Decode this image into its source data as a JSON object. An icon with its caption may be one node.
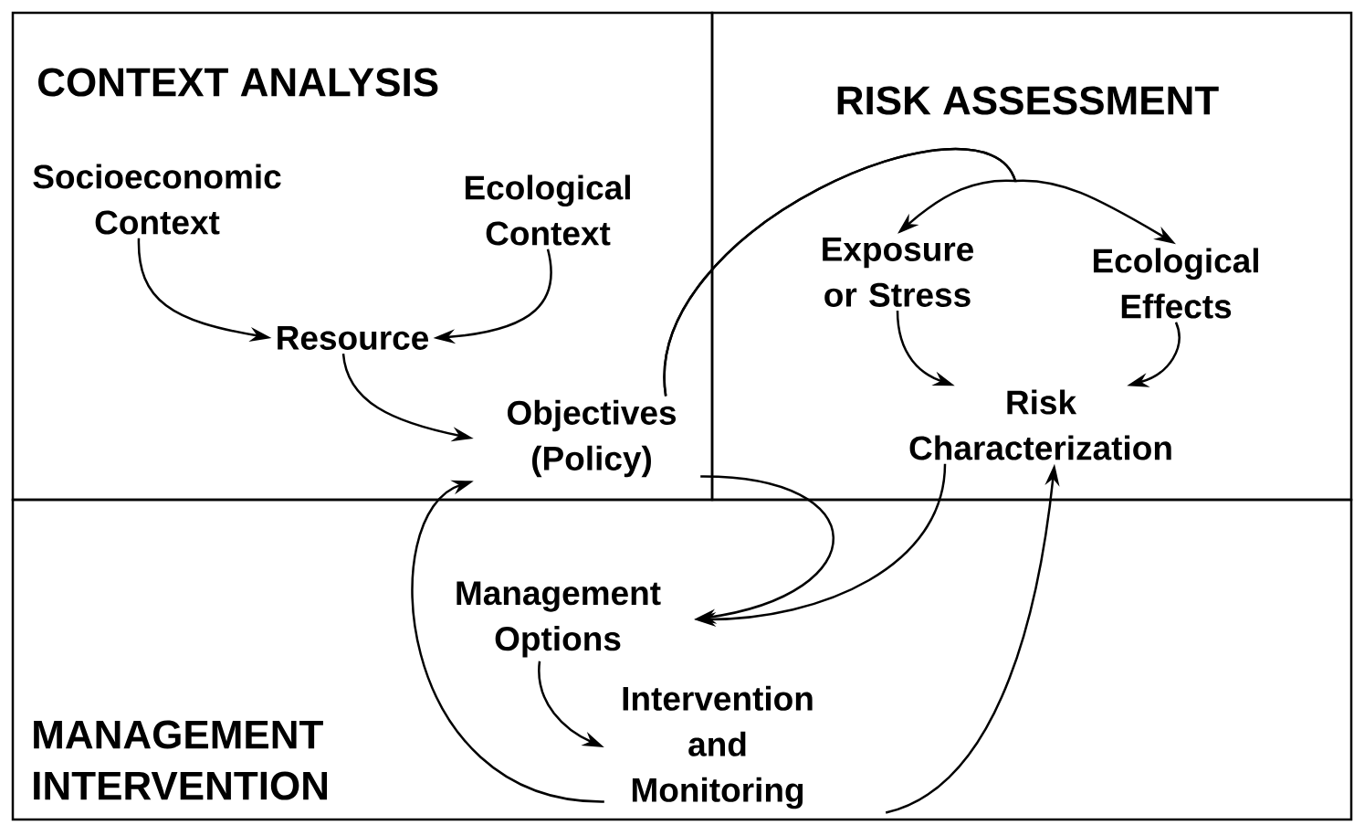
{
  "diagram": {
    "nodes": [
      {
        "text": [
          "CONTEXT ANALYSIS"
        ]
      },
      {
        "text": [
          "Socioeconomic Context"
        ],
        "in": 0
      },
      {
        "text": [
          "Ecological Context"
        ],
        "in": 0
      },
      {
        "text": [
          "Resource"
        ],
        "in": 0
      },
      {
        "text": [
          "Objectives (Policy)"
        ],
        "in": 0
      },
      {
        "text": [
          "RISK ASSESSMENT"
        ]
      },
      {
        "text": [
          "Exposure or Stress"
        ],
        "in": 5
      },
      {
        "text": [
          "Ecological Effects"
        ],
        "in": 5
      },
      {
        "text": [
          "Risk Characterization"
        ],
        "in": 5
      },
      {
        "text": [
          "MANAGEMENT INTERVENTION"
        ]
      },
      {
        "text": [
          "Management Options"
        ],
        "in": 9
      },
      {
        "text": [
          "Intervention and Monitoring"
        ],
        "in": 9
      }
    ],
    "edges": [
      {
        "from": 1,
        "to": 3,
        "arrow": "to"
      },
      {
        "from": 2,
        "to": 3,
        "arrow": "to"
      },
      {
        "from": 3,
        "to": 4,
        "arrow": "to"
      },
      {
        "from": 4,
        "to": 6,
        "arrow": "to"
      },
      {
        "from": 4,
        "to": 7,
        "arrow": "to"
      },
      {
        "from": 6,
        "to": 8,
        "arrow": "to"
      },
      {
        "from": 7,
        "to": 8,
        "arrow": "to"
      },
      {
        "from": 4,
        "to": 10,
        "arrow": "to"
      },
      {
        "from": 8,
        "to": 10,
        "arrow": "to"
      },
      {
        "from": 10,
        "to": 11,
        "arrow": "to"
      },
      {
        "from": 11,
        "to": 4,
        "arrow": "to"
      },
      {
        "from": 11,
        "to": 8,
        "arrow": "to"
      }
    ]
  }
}
